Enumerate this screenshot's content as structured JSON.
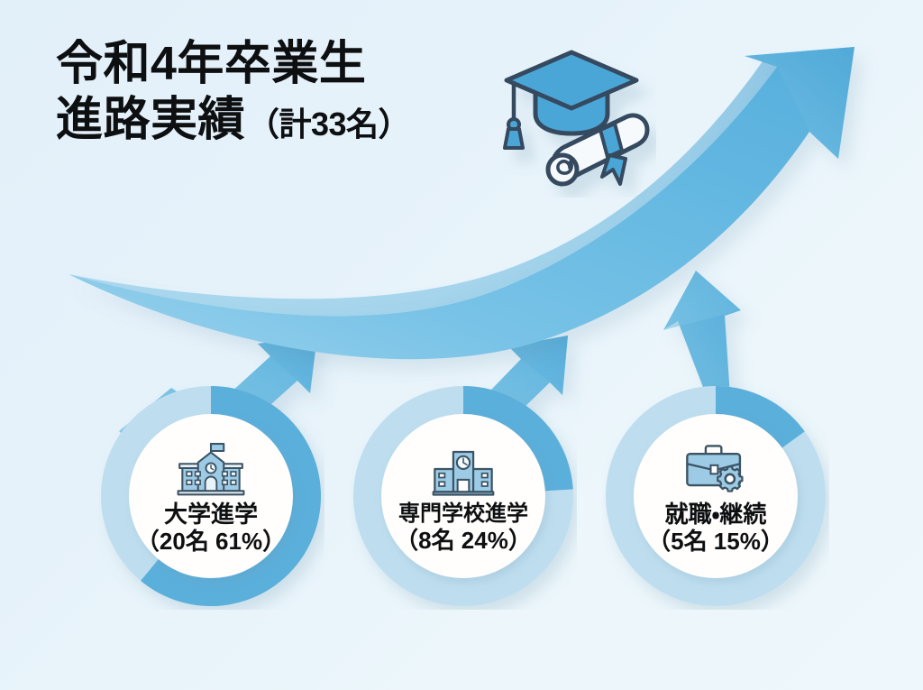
{
  "title": {
    "line1": "令和4年卒業生",
    "line2": "進路実績",
    "count": "（計33名）"
  },
  "hero_icon": {
    "name": "graduation-cap-and-diploma-icon",
    "cap_color": "#4BA6D8",
    "outline_color": "#34495e",
    "scroll_color": "#f4f8fb"
  },
  "colors": {
    "background_from": "#E2F0F9",
    "background_to": "#EEF7FB",
    "arrow_blue": "#6EC0E4",
    "arrow_blue_dark": "#56AFD9",
    "ring_active": "#5BAFDB",
    "ring_track": "#BEDEEF",
    "card_face": "#FFFEFC",
    "text": "#0D0F11",
    "icon_fill": "#9DCBE6",
    "icon_stroke": "#3C5363"
  },
  "chart_data": {
    "type": "pie",
    "title": "令和4年卒業生 進路実績（計33名）",
    "total_label": "計33名",
    "total": 33,
    "unit": "名",
    "categories": [
      "大学進学",
      "専門学校進学",
      "就職・継続"
    ],
    "values": [
      20,
      8,
      5
    ],
    "percents": [
      61,
      24,
      15
    ],
    "rendering": "three separate donut gauges, one per category",
    "legend_position": "inside each donut"
  },
  "cards": [
    {
      "id": "university",
      "label": "大学進学",
      "sub": "（20名 61%）",
      "count": 20,
      "percent": 61,
      "icon": "university-building-icon"
    },
    {
      "id": "vocational-school",
      "label": "専門学校進学",
      "sub": "（8名 24%）",
      "count": 8,
      "percent": 24,
      "icon": "school-building-clock-icon"
    },
    {
      "id": "employment",
      "label": "就職・継続",
      "sub": "（5名 15%）",
      "count": 5,
      "percent": 15,
      "icon": "briefcase-gear-icon"
    }
  ],
  "decorations": {
    "main_arrow": "rising-swoosh-arrow",
    "small_arrows": [
      "up-right-arrow-1",
      "up-right-arrow-2",
      "up-right-arrow-3"
    ]
  }
}
